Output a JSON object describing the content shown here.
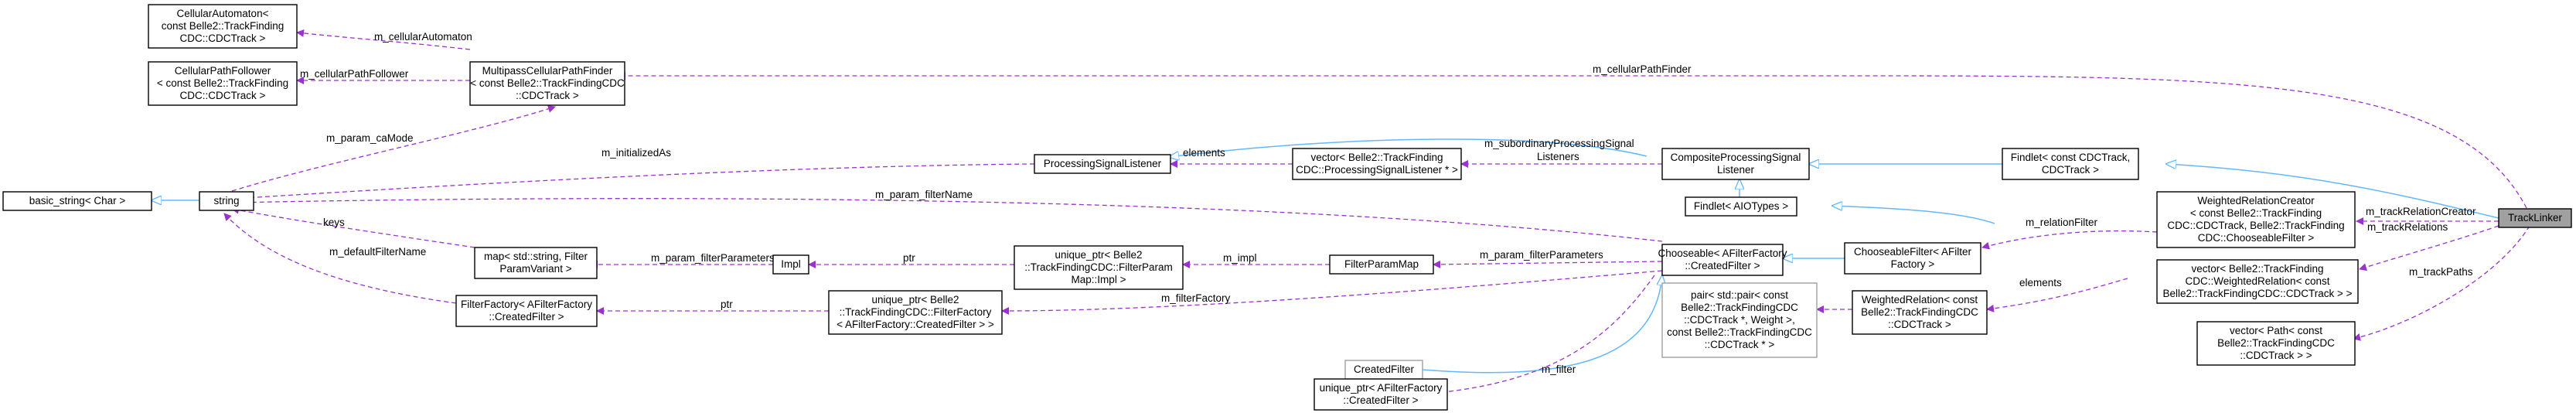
{
  "nodes": {
    "cellular_automaton": [
      "CellularAutomaton<",
      "const Belle2::TrackFinding",
      "CDC::CDCTrack >"
    ],
    "cellular_path_follower": [
      "CellularPathFollower",
      "< const Belle2::TrackFinding",
      "CDC::CDCTrack >"
    ],
    "multipass": [
      "MultipassCellularPathFinder",
      "< const Belle2::TrackFindingCDC",
      "::CDCTrack >"
    ],
    "basic_string": [
      "basic_string< Char >"
    ],
    "string": [
      "string"
    ],
    "processing_signal_listener": [
      "ProcessingSignalListener"
    ],
    "vector_psl": [
      "vector< Belle2::TrackFinding",
      "CDC::ProcessingSignalListener * >"
    ],
    "composite_psl": [
      "CompositeProcessingSignal",
      "Listener"
    ],
    "findlet_cdc": [
      "Findlet< const CDCTrack,",
      "CDCTrack >"
    ],
    "findlet_aio": [
      "Findlet< AIOTypes >"
    ],
    "weighted_relation_creator": [
      "WeightedRelationCreator",
      "< const Belle2::TrackFinding",
      "CDC::CDCTrack, Belle2::TrackFinding",
      "CDC::ChooseableFilter >"
    ],
    "track_linker": [
      "TrackLinker"
    ],
    "map_filter_param": [
      "map< std::string, Filter",
      "ParamVariant >"
    ],
    "impl": [
      "Impl"
    ],
    "unique_ptr_impl": [
      "unique_ptr< Belle2",
      "::TrackFindingCDC::FilterParam",
      "Map::Impl >"
    ],
    "filter_param_map": [
      "FilterParamMap"
    ],
    "chooseable": [
      "Chooseable< AFilterFactory",
      "::CreatedFilter >"
    ],
    "chooseable_filter": [
      "ChooseableFilter< AFilter",
      "Factory >"
    ],
    "filter_factory": [
      "FilterFactory< AFilterFactory",
      "::CreatedFilter >"
    ],
    "unique_ptr_ff": [
      "unique_ptr< Belle2",
      "::TrackFindingCDC::FilterFactory",
      "< AFilterFactory::CreatedFilter > >"
    ],
    "vector_weighted_relation": [
      "vector< Belle2::TrackFinding",
      "CDC::WeightedRelation< const",
      "Belle2::TrackFindingCDC::CDCTrack > >"
    ],
    "pair": [
      "pair< std::pair< const",
      "Belle2::TrackFindingCDC",
      "::CDCTrack *, Weight >,",
      "const Belle2::TrackFindingCDC",
      "::CDCTrack * >"
    ],
    "weighted_relation": [
      "WeightedRelation< const",
      "Belle2::TrackFindingCDC",
      "::CDCTrack >"
    ],
    "vector_path": [
      "vector< Path< const",
      "Belle2::TrackFindingCDC",
      "::CDCTrack > >"
    ],
    "created_filter": [
      "CreatedFilter"
    ],
    "unique_ptr_cf": [
      "unique_ptr< AFilterFactory",
      "::CreatedFilter >"
    ]
  },
  "edge_labels": {
    "m_cellularAutomaton": "m_cellularAutomaton",
    "m_cellularPathFollower": "m_cellularPathFollower",
    "m_param_caMode": "m_param_caMode",
    "m_cellularPathFinder": "m_cellularPathFinder",
    "m_initializedAs": "m_initializedAs",
    "elements_psl": "elements",
    "m_subordinaryProcessingSignalListeners_1": "m_subordinaryProcessingSignal",
    "m_subordinaryProcessingSignalListeners_2": "Listeners",
    "m_param_filterName": "m_param_filterName",
    "keys": "keys",
    "m_defaultFilterName": "m_defaultFilterName",
    "m_param_filterParameters_map": "m_param_filterParameters",
    "ptr_impl": "ptr",
    "m_impl": "m_impl",
    "m_param_filterParameters_chooseable": "m_param_filterParameters",
    "m_relationFilter": "m_relationFilter",
    "m_trackRelationCreator": "m_trackRelationCreator",
    "ptr_ff": "ptr",
    "m_filterFactory": "m_filterFactory",
    "m_trackRelations": "m_trackRelations",
    "elements_wr": "elements",
    "m_trackPaths": "m_trackPaths",
    "m_filter": "m_filter"
  },
  "colors": {
    "inheritance": "#63b8ff",
    "usage": "#9a32cd",
    "focus_fill": "#a0a0a0",
    "node_border": "#000000",
    "gray_border": "#a0a0a0"
  }
}
